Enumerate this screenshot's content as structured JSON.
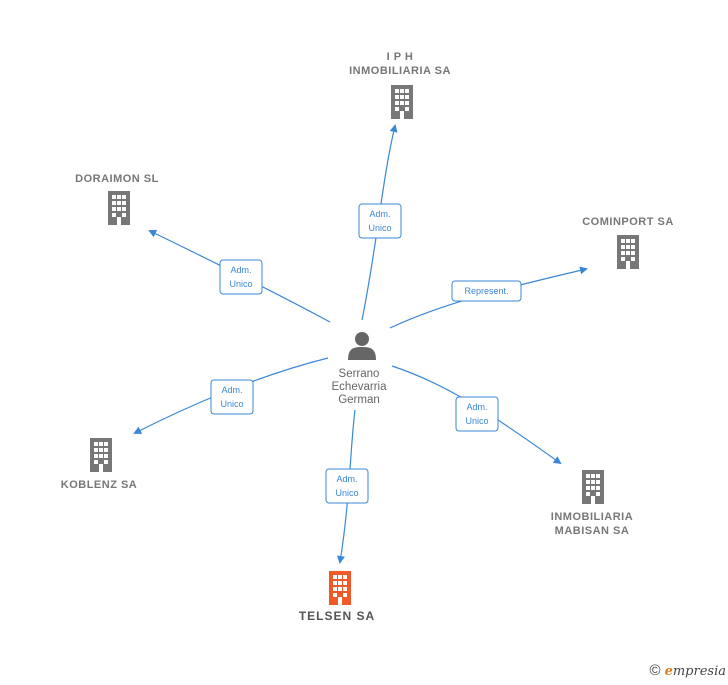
{
  "center": {
    "name_lines": [
      "Serrano",
      "Echevarria",
      "German"
    ],
    "icon": "person-icon",
    "color": "#666666"
  },
  "nodes": [
    {
      "id": "iph",
      "label_lines": [
        "I P H",
        "INMOBILIARIA SA"
      ],
      "icon": "building-icon",
      "color": "#777777"
    },
    {
      "id": "doraimon",
      "label_lines": [
        "DORAIMON SL"
      ],
      "icon": "building-icon",
      "color": "#777777"
    },
    {
      "id": "cominport",
      "label_lines": [
        "COMINPORT SA"
      ],
      "icon": "building-icon",
      "color": "#777777"
    },
    {
      "id": "koblenz",
      "label_lines": [
        "KOBLENZ SA"
      ],
      "icon": "building-icon",
      "color": "#777777"
    },
    {
      "id": "mabisan",
      "label_lines": [
        "INMOBILIARIA",
        "MABISAN SA"
      ],
      "icon": "building-icon",
      "color": "#777777"
    },
    {
      "id": "telsen",
      "label_lines": [
        "TELSEN SA"
      ],
      "icon": "building-icon",
      "color": "#f05a28",
      "highlight": true
    }
  ],
  "edges": [
    {
      "to": "iph",
      "label_lines": [
        "Adm.",
        "Unico"
      ]
    },
    {
      "to": "doraimon",
      "label_lines": [
        "Adm.",
        "Unico"
      ]
    },
    {
      "to": "cominport",
      "label_lines": [
        "Represent."
      ]
    },
    {
      "to": "koblenz",
      "label_lines": [
        "Adm.",
        "Unico"
      ]
    },
    {
      "to": "mabisan",
      "label_lines": [
        "Adm.",
        "Unico"
      ]
    },
    {
      "to": "telsen",
      "label_lines": [
        "Adm.",
        "Unico"
      ]
    }
  ],
  "colors": {
    "edge": "#3a87d6",
    "highlight": "#f05a28",
    "default": "#777777"
  },
  "footer": {
    "copyright": "©",
    "brand_first": "e",
    "brand_rest": "mpresia"
  }
}
